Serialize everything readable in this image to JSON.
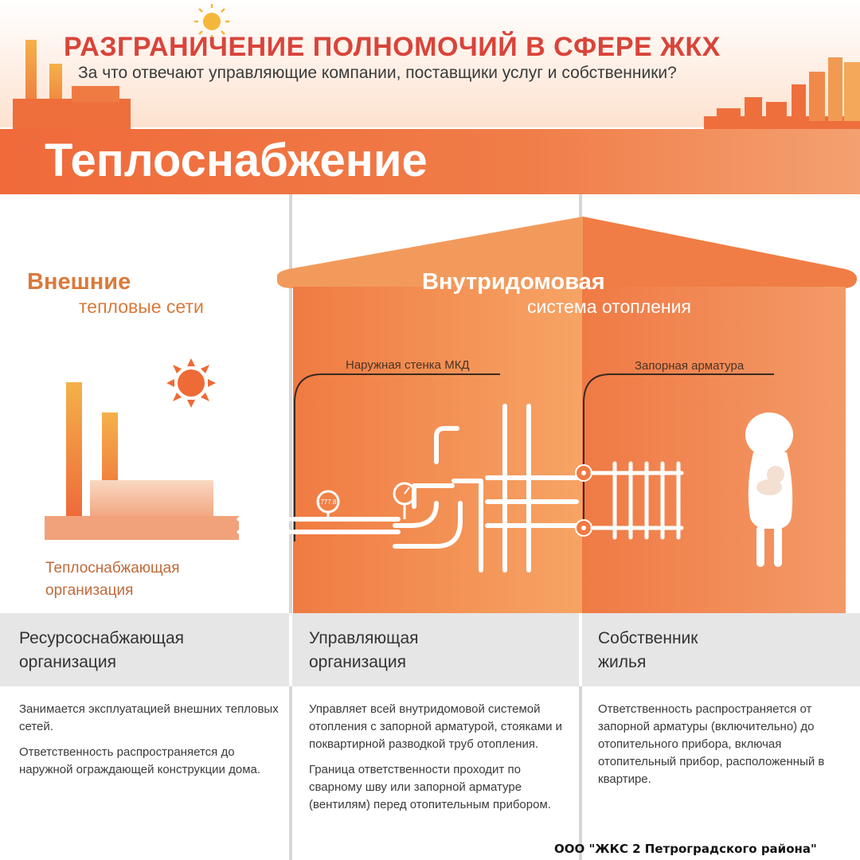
{
  "header": {
    "title": "РАЗГРАНИЧЕНИЕ ПОЛНОМОЧИЙ В СФЕРЕ ЖКХ",
    "subtitle": "За что отвечают управляющие компании, поставщики услуг и собственники?"
  },
  "section": {
    "title": "Теплоснабжение"
  },
  "diagram": {
    "external": {
      "title_line1": "Внешние",
      "title_line2": "тепловые сети",
      "supplier_label": "Теплоснабжающая организация"
    },
    "internal": {
      "title_line1": "Внутридомовая",
      "title_line2": "система отопления"
    },
    "callouts": {
      "wall": "Наружная стенка МКД",
      "valve": "Запорная арматура"
    },
    "gauge_reading": "1777.8",
    "icons": [
      "sun-icon",
      "factory-icon",
      "house-icon",
      "pipe-icon",
      "pressure-gauge-icon",
      "valve-icon",
      "radiator-icon",
      "person-with-cat-icon",
      "city-skyline-icon"
    ],
    "colors": {
      "title_red": "#d9443a",
      "band_orange": "#ef7a45",
      "house_light": "#f5a060",
      "house_dark": "#f07a42",
      "accent_text": "#d97a3a"
    }
  },
  "roles": [
    {
      "title": "Ресурсоснабжающая организация",
      "paragraphs": [
        "Занимается эксплуатацией внешних тепловых сетей.",
        "Ответственность распространяется до наружной ограждающей конструкции дома."
      ]
    },
    {
      "title": "Управляющая организация",
      "paragraphs": [
        "Управляет всей внутридомовой системой отопления с запорной арматурой, стояками и поквартирной разводкой труб отопления.",
        "Граница ответственности проходит по сварному шву или запорной арматуре (вентилям) перед отопительным прибором."
      ]
    },
    {
      "title": "Собственник жилья",
      "paragraphs": [
        "Ответственность распространяется от запорной арматуры (включительно) до отопительного прибора, включая отопительный прибор, расположенный в квартире."
      ]
    }
  ],
  "footer": {
    "text": "ООО \"ЖКС 2 Петроградского района\""
  }
}
